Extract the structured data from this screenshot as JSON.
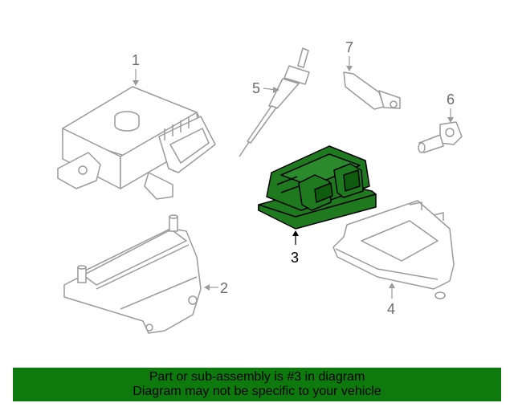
{
  "colors": {
    "line": "#9a9a9a",
    "highlight_fill": "#1f7a1f",
    "highlight_stroke": "#000000",
    "banner_bg": "#0e7a0d",
    "banner_text": "#000000"
  },
  "callouts": [
    {
      "number": "1",
      "part": "glow-plug-control-module"
    },
    {
      "number": "2",
      "part": "mounting-bracket"
    },
    {
      "number": "3",
      "part": "engine-control-module",
      "highlighted": true
    },
    {
      "number": "4",
      "part": "ecm-bracket"
    },
    {
      "number": "5",
      "part": "glow-plug"
    },
    {
      "number": "6",
      "part": "sensor"
    },
    {
      "number": "7",
      "part": "sensor-bracket"
    }
  ],
  "banner": {
    "line1": "Part or sub-assembly is #3 in diagram",
    "line2": "Diagram may not be specific to your vehicle"
  }
}
